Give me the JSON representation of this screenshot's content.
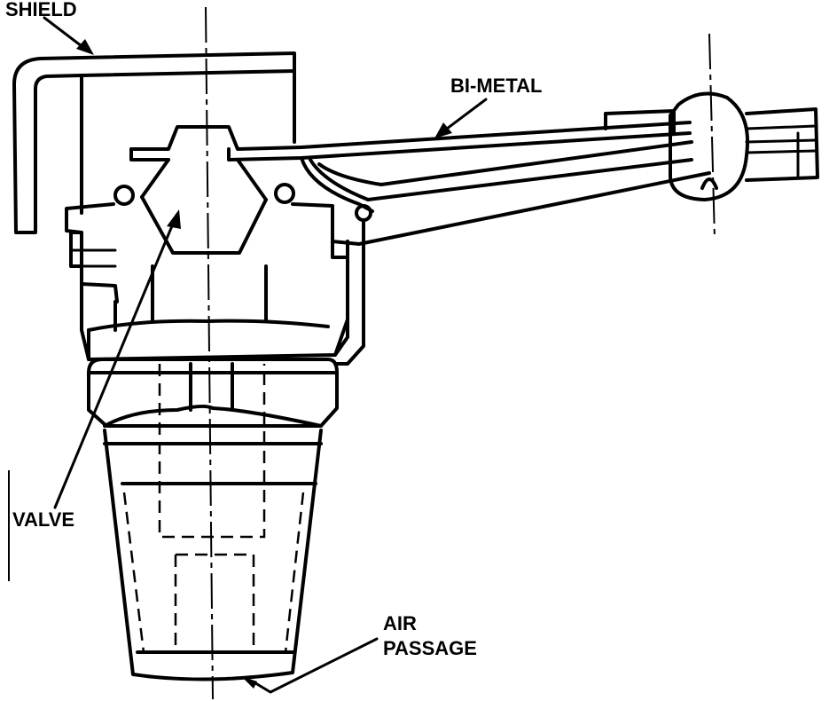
{
  "labels": {
    "shield": "SHIELD",
    "bimetal": "BI-METAL",
    "valve": "VALVE",
    "air_passage_line1": "AIR",
    "air_passage_line2": "PASSAGE"
  },
  "colors": {
    "ink": "#000000",
    "background": "#ffffff"
  }
}
